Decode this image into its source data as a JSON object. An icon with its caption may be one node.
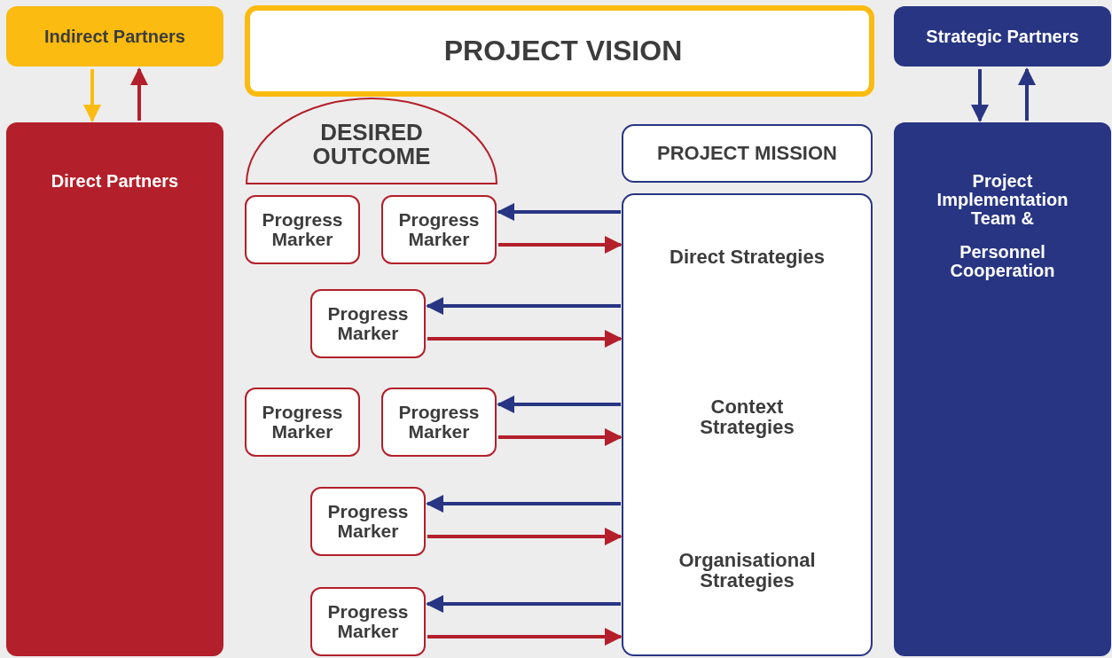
{
  "diagram": {
    "nodes": [
      {
        "text": [
          "Indirect Partners"
        ]
      },
      {
        "text": [
          "PROJECT VISION"
        ]
      },
      {
        "text": [
          "Strategic Partners"
        ]
      },
      {
        "text": [
          "Direct Partners"
        ]
      },
      {
        "text": [
          "DESIRED OUTCOME"
        ]
      },
      {
        "text": [
          "PROJECT MISSION"
        ]
      },
      {
        "text": [
          "Project Implementation Team &",
          "Personnel Cooperation"
        ]
      },
      {
        "text": [
          "Progress Marker"
        ]
      },
      {
        "text": [
          "Progress Marker"
        ]
      },
      {
        "text": [
          "Progress Marker"
        ]
      },
      {
        "text": [
          "Progress Marker"
        ]
      },
      {
        "text": [
          "Progress Marker"
        ]
      },
      {
        "text": [
          "Progress Marker"
        ]
      },
      {
        "text": [
          "Progress Marker"
        ]
      },
      {
        "text": [
          "Direct Strategies",
          "Context Strategies",
          "Organisational Strategies"
        ]
      }
    ],
    "edges": [
      {
        "from": 0,
        "to": 3,
        "arrow": "to",
        "color": "#fbbb10"
      },
      {
        "from": 3,
        "to": 0,
        "arrow": "to",
        "color": "#b31f2a"
      },
      {
        "from": 2,
        "to": 6,
        "arrow": "to"
      },
      {
        "from": 6,
        "to": 2,
        "arrow": "to"
      },
      {
        "from": 14,
        "to": 8,
        "arrow": "to"
      },
      {
        "from": 8,
        "to": 14,
        "arrow": "to",
        "color": "#b31f2a"
      },
      {
        "from": 14,
        "to": 9,
        "arrow": "to"
      },
      {
        "from": 9,
        "to": 14,
        "arrow": "to",
        "color": "#b31f2a"
      },
      {
        "from": 14,
        "to": 11,
        "arrow": "to"
      },
      {
        "from": 11,
        "to": 14,
        "arrow": "to",
        "color": "#b31f2a"
      },
      {
        "from": 14,
        "to": 12,
        "arrow": "to"
      },
      {
        "from": 12,
        "to": 14,
        "arrow": "to",
        "color": "#b31f2a"
      },
      {
        "from": 14,
        "to": 13,
        "arrow": "to"
      },
      {
        "from": 13,
        "to": 14,
        "arrow": "to",
        "color": "#b31f2a"
      }
    ]
  }
}
